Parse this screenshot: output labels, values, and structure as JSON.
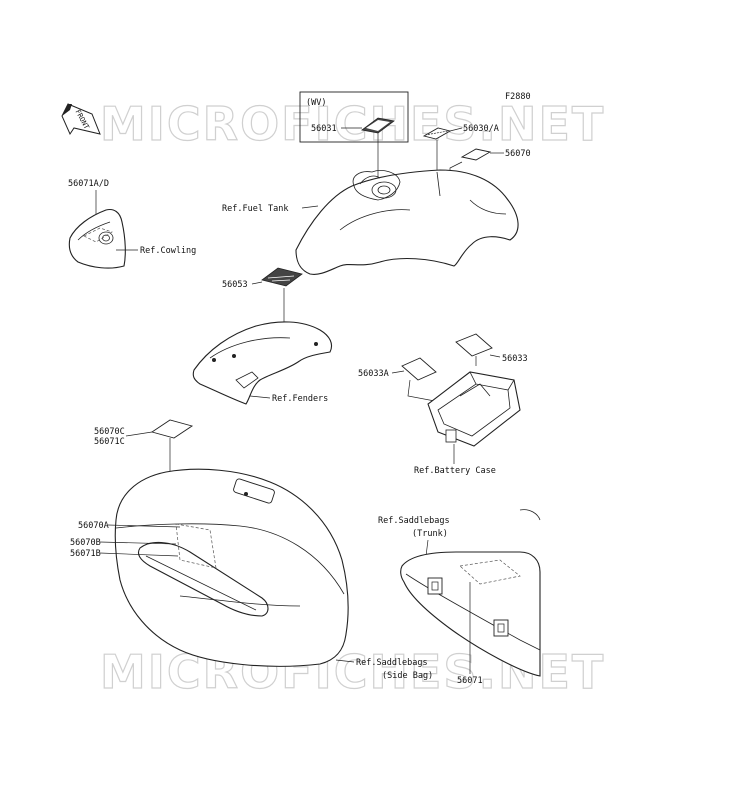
{
  "diagram_code": "F2880",
  "watermark": "MICROFICHES.NET",
  "front_arrow_text": "FRONT",
  "variant_box_label": "(WV)",
  "labels": {
    "p56031": "56031",
    "p56030a": "56030/A",
    "p56070_top": "56070",
    "ref_fuel_tank": "Ref.Fuel Tank",
    "p56071ad": "56071A/D",
    "ref_cowling": "Ref.Cowling",
    "p56053": "56053",
    "ref_fenders": "Ref.Fenders",
    "p56033a": "56033A",
    "p56033": "56033",
    "ref_battery_case": "Ref.Battery Case",
    "p56070c": "56070C",
    "p56071c": "56071C",
    "p56070a": "56070A",
    "p56070b": "56070B",
    "p56071b": "56071B",
    "ref_saddlebags_trunk_1": "Ref.Saddlebags",
    "ref_saddlebags_trunk_2": "(Trunk)",
    "ref_saddlebags_side_1": "Ref.Saddlebags",
    "ref_saddlebags_side_2": "(Side Bag)",
    "p56071": "56071"
  }
}
